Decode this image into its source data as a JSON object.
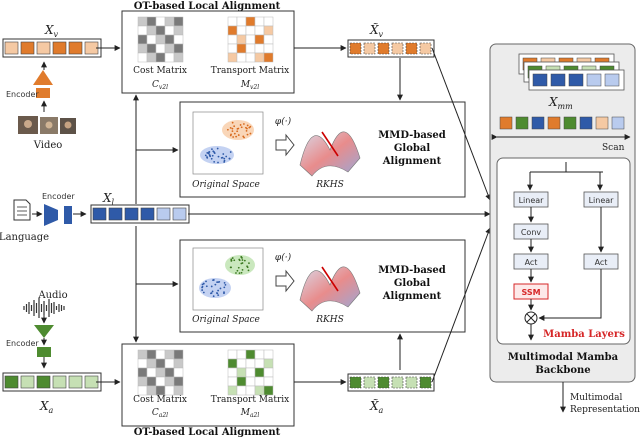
{
  "ot_top": {
    "title": "OT-based Local Alignment",
    "cost_label": "Cost Matrix",
    "cost_sub": "C_{v2l}",
    "transport_label": "Transport Matrix",
    "transport_sub": "M_{v2l}"
  },
  "ot_bottom": {
    "title": "OT-based Local Alignment",
    "cost_label": "Cost Matrix",
    "cost_sub": "C_{a2l}",
    "transport_label": "Transport Matrix",
    "transport_sub": "M_{a2l}"
  },
  "mmd_top": {
    "title_line1": "MMD-based",
    "title_line2": "Global",
    "title_line3": "Alignment",
    "orig_label": "Original Space",
    "rkhs_label": "RKHS",
    "phi_label": "φ(·)"
  },
  "mmd_bottom": {
    "title_line1": "MMD-based",
    "title_line2": "Global",
    "title_line3": "Alignment",
    "orig_label": "Original Space",
    "rkhs_label": "RKHS",
    "phi_label": "φ(·)"
  },
  "video": {
    "feature": "X_v",
    "encoder": "Encoder",
    "input": "Video",
    "aligned": "X̃_v"
  },
  "language": {
    "feature": "X_l",
    "encoder": "Encoder",
    "input": "Language"
  },
  "audio": {
    "feature": "X_a",
    "encoder": "Encoder",
    "input": "Audio",
    "aligned": "X̃_a"
  },
  "backbone": {
    "stack_label": "X_mm",
    "scan_label": "Scan",
    "linear1": "Linear",
    "linear2": "Linear",
    "conv": "Conv",
    "act1": "Act",
    "act2": "Act",
    "ssm": "SSM",
    "layers_label": "Mamba Layers",
    "title_line1": "Multimodal Mamba",
    "title_line2": "Backbone"
  },
  "output": {
    "line1": "Multimodal",
    "line2": "Representation"
  },
  "colors": {
    "video": "#e07b2c",
    "video_light": "#f5c9a3",
    "language": "#2f5aa8",
    "language_light": "#b9cbee",
    "audio": "#4e8b30",
    "audio_light": "#c6e0b4",
    "ssm": "#d62728",
    "mamba_label": "#d62728"
  }
}
